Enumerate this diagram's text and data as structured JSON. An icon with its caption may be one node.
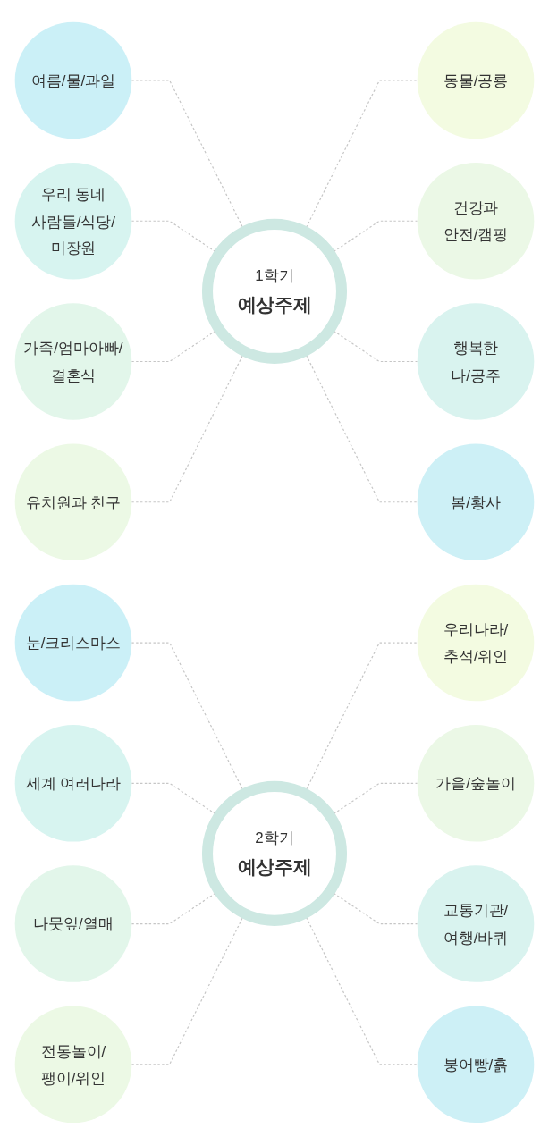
{
  "diagram": {
    "nodes": [
      {
        "text": [
          "1학기",
          "예상주제"
        ]
      },
      {
        "text": [
          "동물/공룡"
        ]
      },
      {
        "text": [
          "건강과 안전/캠핑"
        ]
      },
      {
        "text": [
          "행복한 나/공주"
        ]
      },
      {
        "text": [
          "봄/황사"
        ]
      },
      {
        "text": [
          "여름/물/과일"
        ]
      },
      {
        "text": [
          "우리 동네 사람들/식당/ 미장원"
        ]
      },
      {
        "text": [
          "가족/엄마아빠/ 결혼식"
        ]
      },
      {
        "text": [
          "유치원과 친구"
        ]
      },
      {
        "text": [
          "2학기",
          "예상주제"
        ]
      },
      {
        "text": [
          "우리나라/ 추석/위인"
        ]
      },
      {
        "text": [
          "가을/숲놀이"
        ]
      },
      {
        "text": [
          "교통기관/ 여행/바퀴"
        ]
      },
      {
        "text": [
          "붕어빵/흙"
        ]
      },
      {
        "text": [
          "눈/크리스마스"
        ]
      },
      {
        "text": [
          "세계 여러나라"
        ]
      },
      {
        "text": [
          "나뭇잎/열매"
        ]
      },
      {
        "text": [
          "전통놀이/ 팽이/위인"
        ]
      }
    ],
    "edges": [
      {
        "from": 0,
        "to": 1,
        "arrow": "none",
        "style": "dashed"
      },
      {
        "from": 0,
        "to": 2,
        "arrow": "none",
        "style": "dashed"
      },
      {
        "from": 0,
        "to": 3,
        "arrow": "none",
        "style": "dashed"
      },
      {
        "from": 0,
        "to": 4,
        "arrow": "none",
        "style": "dashed"
      },
      {
        "from": 5,
        "to": 0,
        "arrow": "none",
        "style": "dashed"
      },
      {
        "from": 6,
        "to": 0,
        "arrow": "none",
        "style": "dashed"
      },
      {
        "from": 7,
        "to": 0,
        "arrow": "none",
        "style": "dashed"
      },
      {
        "from": 8,
        "to": 0,
        "arrow": "none",
        "style": "dashed"
      },
      {
        "from": 9,
        "to": 10,
        "arrow": "none",
        "style": "dashed"
      },
      {
        "from": 9,
        "to": 11,
        "arrow": "none",
        "style": "dashed"
      },
      {
        "from": 9,
        "to": 12,
        "arrow": "none",
        "style": "dashed"
      },
      {
        "from": 9,
        "to": 13,
        "arrow": "none",
        "style": "dashed"
      },
      {
        "from": 14,
        "to": 9,
        "arrow": "none",
        "style": "dashed"
      },
      {
        "from": 15,
        "to": 9,
        "arrow": "none",
        "style": "dashed"
      },
      {
        "from": 16,
        "to": 9,
        "arrow": "none",
        "style": "dashed"
      },
      {
        "from": 17,
        "to": 9,
        "arrow": "none",
        "style": "dashed"
      }
    ]
  }
}
